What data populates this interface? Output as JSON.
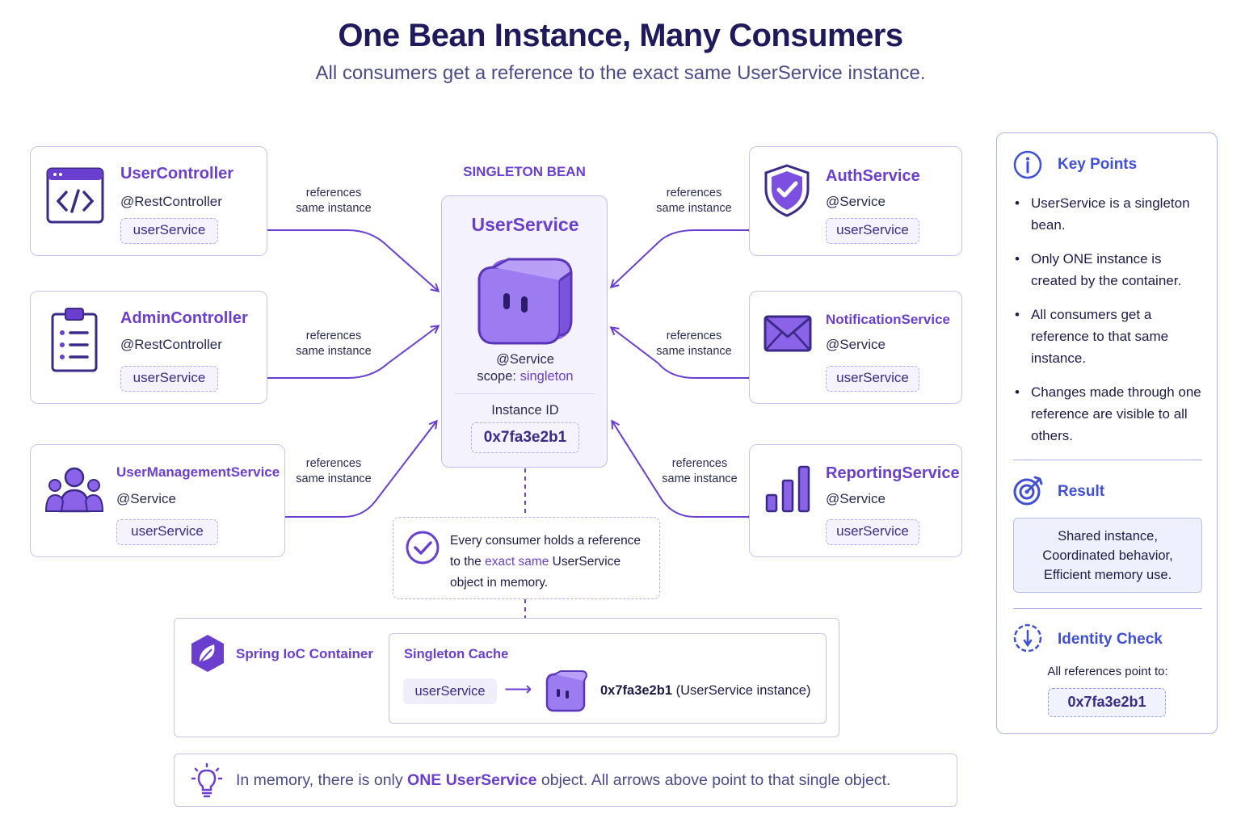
{
  "header": {
    "title": "One Bean Instance, Many Consumers",
    "subtitle": "All consumers get a reference to the exact same UserService instance."
  },
  "ref_label_line1": "references",
  "ref_label_line2": "same instance",
  "consumers_left": [
    {
      "name": "UserController",
      "annotation": "@RestController",
      "field": "userService",
      "icon": "code-window-icon"
    },
    {
      "name": "AdminController",
      "annotation": "@RestController",
      "field": "userService",
      "icon": "clipboard-list-icon"
    },
    {
      "name": "UserManagementService",
      "annotation": "@Service",
      "field": "userService",
      "icon": "users-group-icon"
    }
  ],
  "consumers_right": [
    {
      "name": "AuthService",
      "annotation": "@Service",
      "field": "userService",
      "icon": "shield-check-icon"
    },
    {
      "name": "NotificationService",
      "annotation": "@Service",
      "field": "userService",
      "icon": "envelope-icon"
    },
    {
      "name": "ReportingService",
      "annotation": "@Service",
      "field": "userService",
      "icon": "bar-chart-icon"
    }
  ],
  "bean": {
    "section_label": "SINGLETON BEAN",
    "name": "UserService",
    "annotation": "@Service",
    "scope_prefix": "scope: ",
    "scope_value": "singleton",
    "instance_id_label": "Instance ID",
    "instance_id": "0x7fa3e2b1",
    "icon": "cube-icon"
  },
  "note": {
    "line1": "Every consumer holds a reference",
    "line2_prefix": "to the ",
    "line2_highlight": "exact same",
    "line2_suffix": " UserService",
    "line3": "object in memory.",
    "icon": "check-circle-icon"
  },
  "container": {
    "title": "Spring IoC Container",
    "cache_title": "Singleton Cache",
    "key": "userService",
    "arrow": "⟶",
    "address": "0x7fa3e2b1",
    "address_desc": "(UserService instance)",
    "icon": "spring-leaf-icon"
  },
  "footer": {
    "prefix": "In memory, there is only ",
    "highlight": "ONE UserService",
    "suffix": " object. All arrows above point to that single object.",
    "icon": "lightbulb-icon"
  },
  "sidebar": {
    "key_points_title": "Key Points",
    "key_points": [
      "UserService is a singleton bean.",
      "Only ONE instance is created by the container.",
      "All consumers get a reference to that same instance.",
      "Changes made through one reference are visible to all others."
    ],
    "result_title": "Result",
    "result_lines": [
      "Shared instance,",
      "Coordinated behavior,",
      "Efficient memory use."
    ],
    "identity_title": "Identity Check",
    "identity_caption": "All references point to:",
    "identity_value": "0x7fa3e2b1"
  },
  "colors": {
    "accent": "#6a3fd0",
    "title": "#1e1a5c",
    "border": "#c9c2ec",
    "pill_bg": "#f6f3ff"
  }
}
